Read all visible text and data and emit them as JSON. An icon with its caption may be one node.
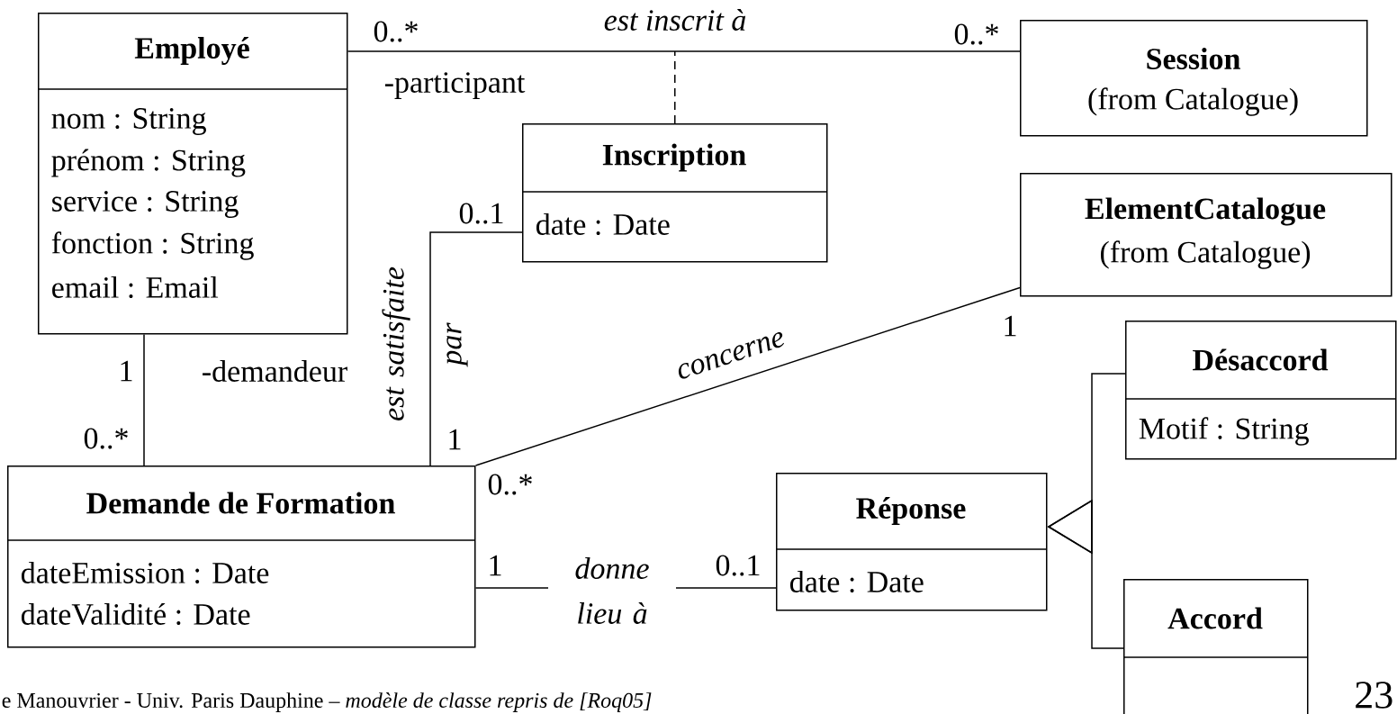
{
  "diagram": {
    "nodes": [
      {
        "text": [
          "Employé",
          "nom : String",
          "prénom : String",
          "service : String",
          "fonction : String",
          "email : Email"
        ]
      },
      {
        "text": [
          "Session",
          "(from Catalogue)"
        ]
      },
      {
        "text": [
          "Inscription",
          "date : Date"
        ]
      },
      {
        "text": [
          "ElementCatalogue",
          "(from Catalogue)"
        ]
      },
      {
        "text": [
          "Désaccord",
          "Motif : String"
        ]
      },
      {
        "text": [
          "Demande de Formation",
          "dateEmission : Date",
          "dateValidité : Date"
        ]
      },
      {
        "text": [
          "Réponse",
          "date : Date"
        ]
      },
      {
        "text": [
          "Accord"
        ]
      }
    ],
    "edges": [
      {
        "from": 0,
        "to": 1,
        "arrow": "none",
        "label": "est inscrit à"
      },
      {
        "from": 2,
        "to": null,
        "arrow": "none",
        "style": "dashed"
      },
      {
        "from": 5,
        "to": 2,
        "arrow": "none",
        "label": "est satisfaite par"
      },
      {
        "from": 0,
        "to": 5,
        "arrow": "none"
      },
      {
        "from": 5,
        "to": 3,
        "arrow": "none",
        "label": "concerne"
      },
      {
        "from": 5,
        "to": 6,
        "arrow": "none",
        "label": "donne lieu à"
      },
      {
        "from": 4,
        "to": 6,
        "arrow": "to"
      },
      {
        "from": 7,
        "to": 6,
        "arrow": "to"
      }
    ],
    "labels": [
      "0..*",
      "-participant",
      "0..*",
      "0..1",
      "1",
      "1",
      "0..*",
      "1",
      "-demandeur",
      "0..*",
      "1",
      "0..1",
      "e Manouvrier - Univ. Paris Dauphine – *modèle de classe repris de [Roq05]*",
      "23"
    ]
  }
}
